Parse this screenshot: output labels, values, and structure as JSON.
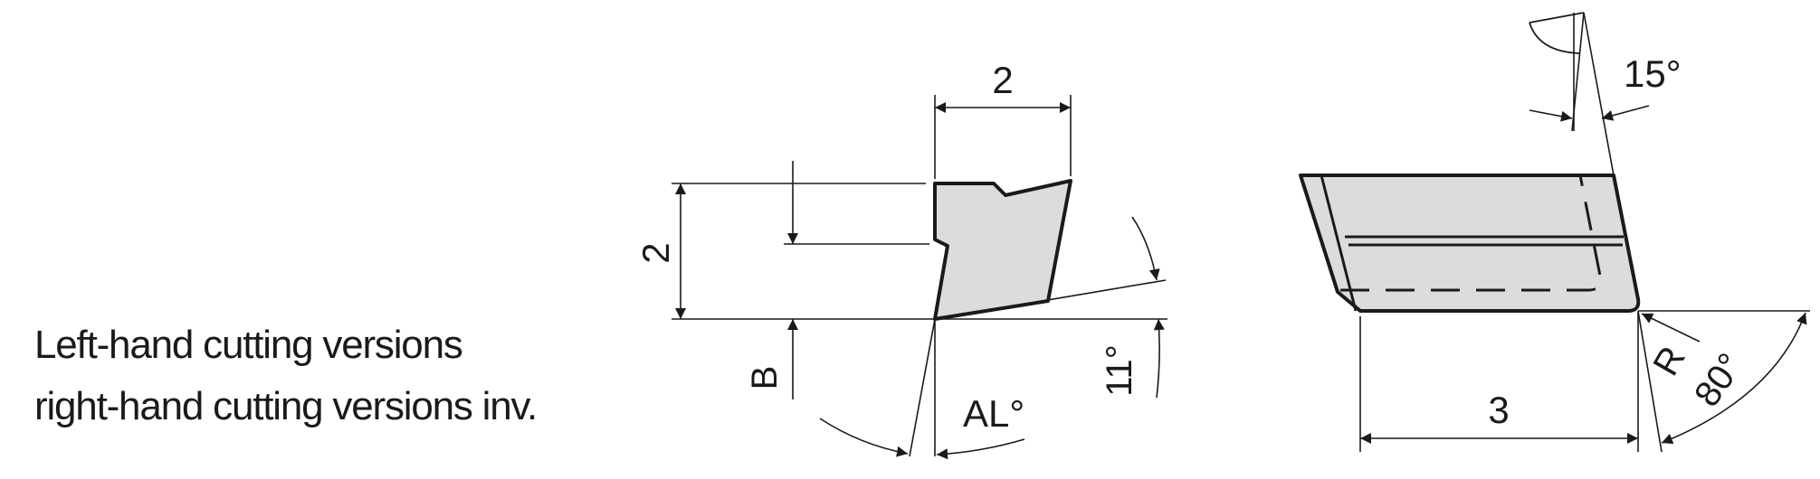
{
  "caption": {
    "line1": "Left-hand cutting versions",
    "line2": "right-hand cutting versions inv."
  },
  "side_view": {
    "width_label": "2",
    "height_label": "2",
    "b_label": "B",
    "al_label": "AL°",
    "clearance_label": "11°"
  },
  "top_view": {
    "angle_top_label": "15°",
    "length_label": "3",
    "radius_label": "R",
    "angle_corner_label": "80°"
  },
  "colors": {
    "line": "#1a1a1a",
    "insert_fill": "#dcdcdc"
  }
}
